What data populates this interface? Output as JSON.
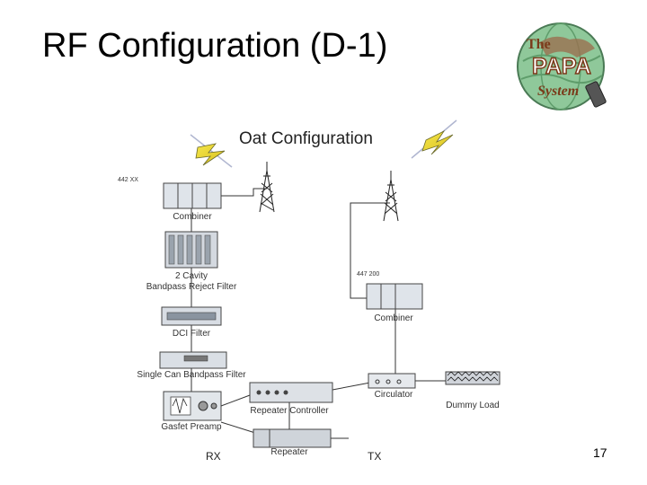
{
  "slide": {
    "title": "RF Configuration (D-1)",
    "page_number": "17"
  },
  "logo": {
    "top_text": "The",
    "main_text": "PAPA",
    "bottom_text": "System"
  },
  "diagram": {
    "title": "Oat Configuration",
    "rx_freq": "442 XX",
    "tx_freq": "447 200",
    "labels": {
      "combiner_rx": "Combiner",
      "cavity_filter_line1": "2 Cavity",
      "cavity_filter_line2": "Bandpass Reject Filter",
      "dci_filter": "DCI Filter",
      "single_can_filter": "Single Can Bandpass Filter",
      "preamp": "Gasfet Preamp",
      "repeater_controller": "Repeater Controller",
      "repeater": "Repeater",
      "combiner_tx": "Combiner",
      "circulator": "Circulator",
      "dummy_load": "Dummy Load",
      "rx": "RX",
      "tx": "TX"
    }
  }
}
